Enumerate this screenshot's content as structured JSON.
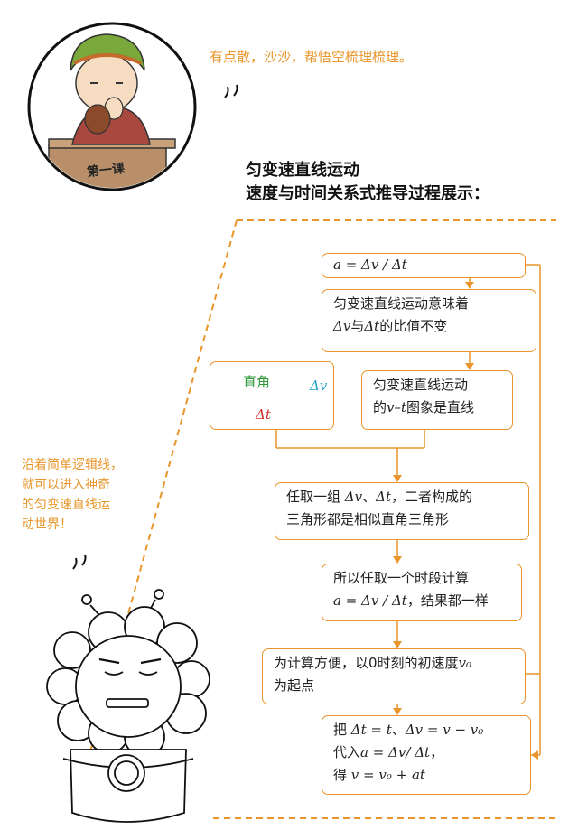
{
  "speech_top": "有点散，沙沙，帮悟空梳理梳理。",
  "lesson_badge": "第一课",
  "title_line1": "匀变速直线运动",
  "title_line2": "速度与时间关系式推导过程展示：",
  "speech_left": [
    "沿着简单逻辑线，",
    "就可以进入神奇",
    "的匀变速直线运",
    "动世界！"
  ],
  "tri": {
    "right_angle": "直角",
    "dv": "Δv",
    "dt": "Δt"
  },
  "box1": "a = Δv / Δt",
  "box2": {
    "l1": "匀变速直线运动意味着",
    "l2a": "Δv",
    "l2b": "与",
    "l2c": "Δt",
    "l2d": "的比值不变"
  },
  "box3": {
    "l1": "匀变速直线运动",
    "l2a": "的",
    "l2b": "v–t",
    "l2c": "图象是直线"
  },
  "box4": {
    "l1a": "任取一组 ",
    "l1b": "Δv",
    "l1c": "、",
    "l1d": "Δt",
    "l1e": "，二者构成的",
    "l2": "三角形都是相似直角三角形"
  },
  "box5": {
    "l1": "所以任取一个时段计算",
    "l2a": "a = Δv / Δt",
    "l2b": "，结果都一样"
  },
  "box6": {
    "l1a": "为计算方便，以0时刻的初速度",
    "l1b": "v₀",
    "l2": "为起点"
  },
  "box7": {
    "l1a": "把 ",
    "l1b": "Δt = t",
    "l1c": "、",
    "l1d": "Δv = v − v₀",
    "l2a": "代入",
    "l2b": "a = Δv/ Δt",
    "l2c": "，",
    "l3a": "得 ",
    "l3b": "v = v₀ + at"
  },
  "colors": {
    "accent": "#e8962b",
    "green": "#2e9a3a",
    "cyan": "#2aa6c9",
    "red": "#d32f2f"
  }
}
